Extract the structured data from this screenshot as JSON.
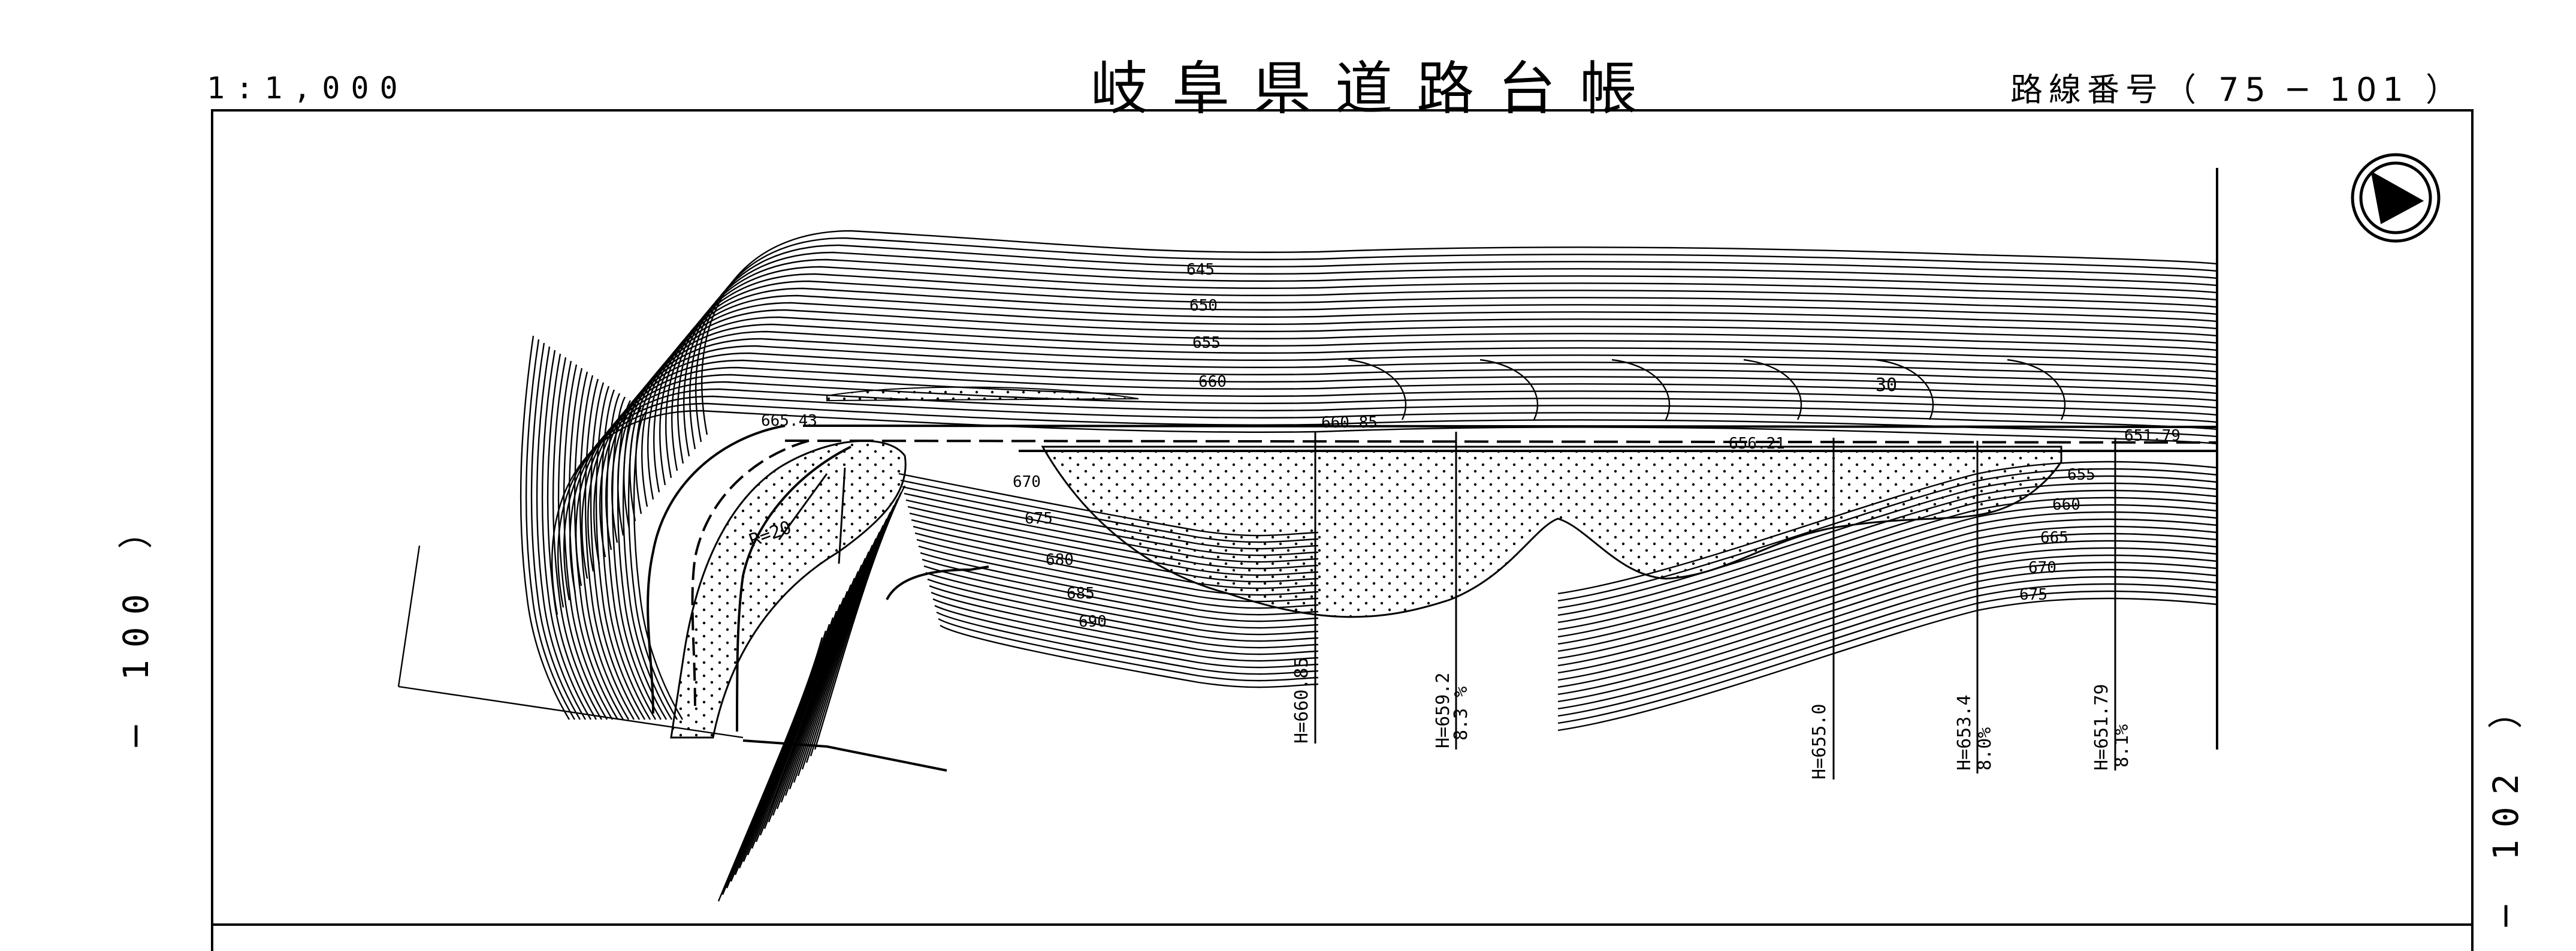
{
  "header": {
    "scale": "1:1,000",
    "title": "岐阜県道路台帳",
    "route_number": "路線番号（ 75 ─ 101 ）"
  },
  "side_labels": {
    "left": "─ 100 ）",
    "right": "─ 102 ）"
  },
  "map": {
    "north_arrow": "north-arrow-icon",
    "curve_radius": "R=20",
    "elevations": [
      "645",
      "650",
      "655",
      "660",
      "665.43",
      "660.85",
      "656.21",
      "651.79",
      "670",
      "675",
      "680",
      "685",
      "690",
      "655",
      "660",
      "665",
      "670",
      "675"
    ],
    "marker": "30",
    "vertical_labels": [
      {
        "height": "H=660.85",
        "grade": ""
      },
      {
        "height": "H=659.2",
        "grade": "8.3 %"
      },
      {
        "height": "H=655.0",
        "grade": ""
      },
      {
        "height": "H=653.4",
        "grade": "8.0%"
      },
      {
        "height": "H=651.79",
        "grade": "8.1%"
      }
    ]
  }
}
